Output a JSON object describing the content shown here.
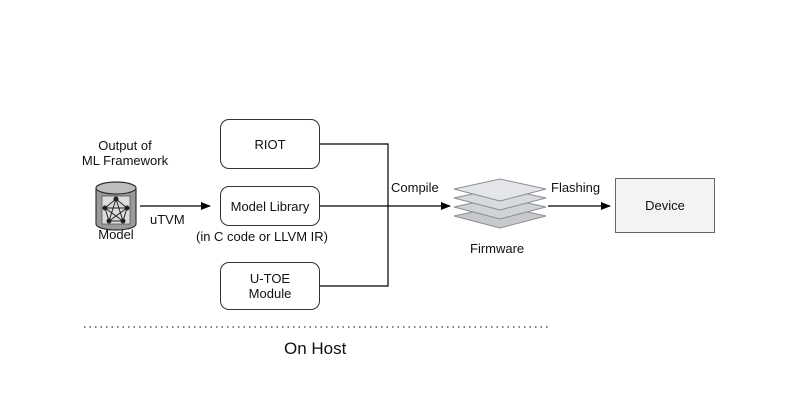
{
  "output_label": [
    "Output of",
    "ML Framework"
  ],
  "model_label": "Model",
  "utvm_label": "uTVM",
  "riot_label": "RIOT",
  "model_library_label": "Model Library",
  "model_library_note": "(in C code or LLVM IR)",
  "utoe_label": [
    "U-TOE",
    "Module"
  ],
  "compile_label": "Compile",
  "firmware_label": "Firmware",
  "flashing_label": "Flashing",
  "device_label": "Device",
  "on_host_label": "On Host"
}
